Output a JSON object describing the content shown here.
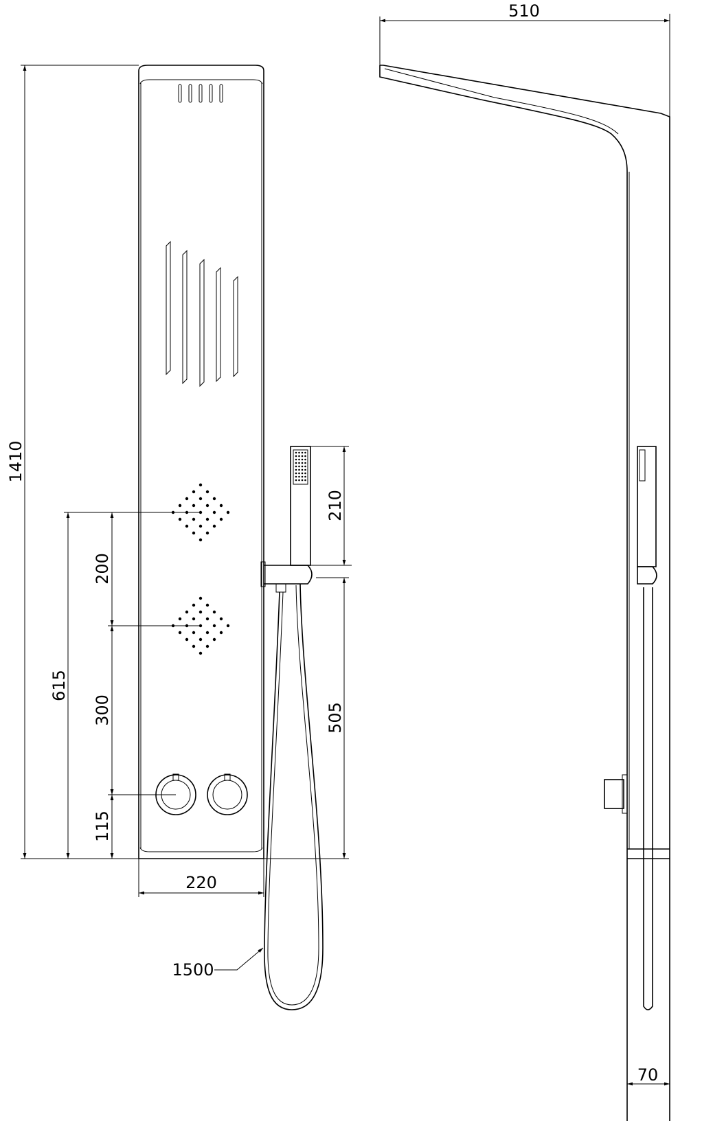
{
  "title": "Shower panel technical drawing",
  "dimensions": {
    "total_height": "1410",
    "body_jets_from_floor": "615",
    "jet_spacing": "200",
    "jet_to_valve": "300",
    "valve_height": "115",
    "panel_width": "220",
    "hand_shower_length": "210",
    "holder_height": "505",
    "hose_length": "1500",
    "head_projection": "510",
    "panel_depth": "70"
  }
}
